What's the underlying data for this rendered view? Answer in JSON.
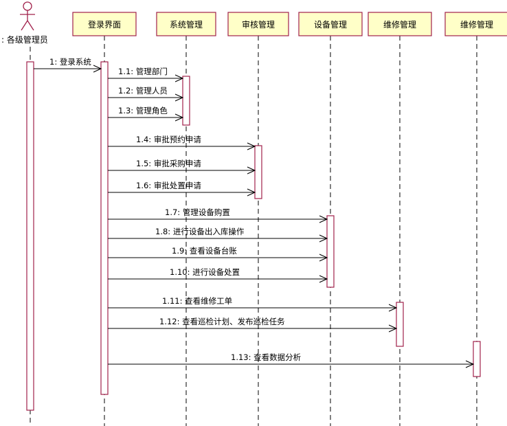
{
  "diagram": {
    "actor": {
      "name": ": 各级管理员"
    },
    "objects": [
      {
        "id": "login",
        "label": "登录界面"
      },
      {
        "id": "sys",
        "label": "系统管理"
      },
      {
        "id": "audit",
        "label": "审核管理"
      },
      {
        "id": "device",
        "label": "设备管理"
      },
      {
        "id": "maint1",
        "label": "维修管理"
      },
      {
        "id": "maint2",
        "label": "维修管理"
      }
    ],
    "messages": [
      {
        "from": "actor",
        "to": "login",
        "label": "1: 登录系统"
      },
      {
        "from": "login",
        "to": "sys",
        "label": "1.1: 管理部门"
      },
      {
        "from": "login",
        "to": "sys",
        "label": "1.2: 管理人员"
      },
      {
        "from": "login",
        "to": "sys",
        "label": "1.3: 管理角色"
      },
      {
        "from": "login",
        "to": "audit",
        "label": "1.4: 审批预约申请"
      },
      {
        "from": "login",
        "to": "audit",
        "label": "1.5: 审批采购申请"
      },
      {
        "from": "login",
        "to": "audit",
        "label": "1.6: 审批处置申请"
      },
      {
        "from": "login",
        "to": "device",
        "label": "1.7: 管理设备购置"
      },
      {
        "from": "login",
        "to": "device",
        "label": "1.8: 进行设备出入库操作"
      },
      {
        "from": "login",
        "to": "device",
        "label": "1.9: 查看设备台账"
      },
      {
        "from": "login",
        "to": "device",
        "label": "1.10: 进行设备处置"
      },
      {
        "from": "login",
        "to": "maint1",
        "label": "1.11: 查看维修工单"
      },
      {
        "from": "login",
        "to": "maint1",
        "label": "1.12: 查看巡检计划、发布巡检任务"
      },
      {
        "from": "login",
        "to": "maint2",
        "label": "1.13: 查看数据分析"
      }
    ],
    "colors": {
      "box_fill": "#FFFFC8",
      "box_border": "#A0204A",
      "line": "#000000"
    }
  }
}
